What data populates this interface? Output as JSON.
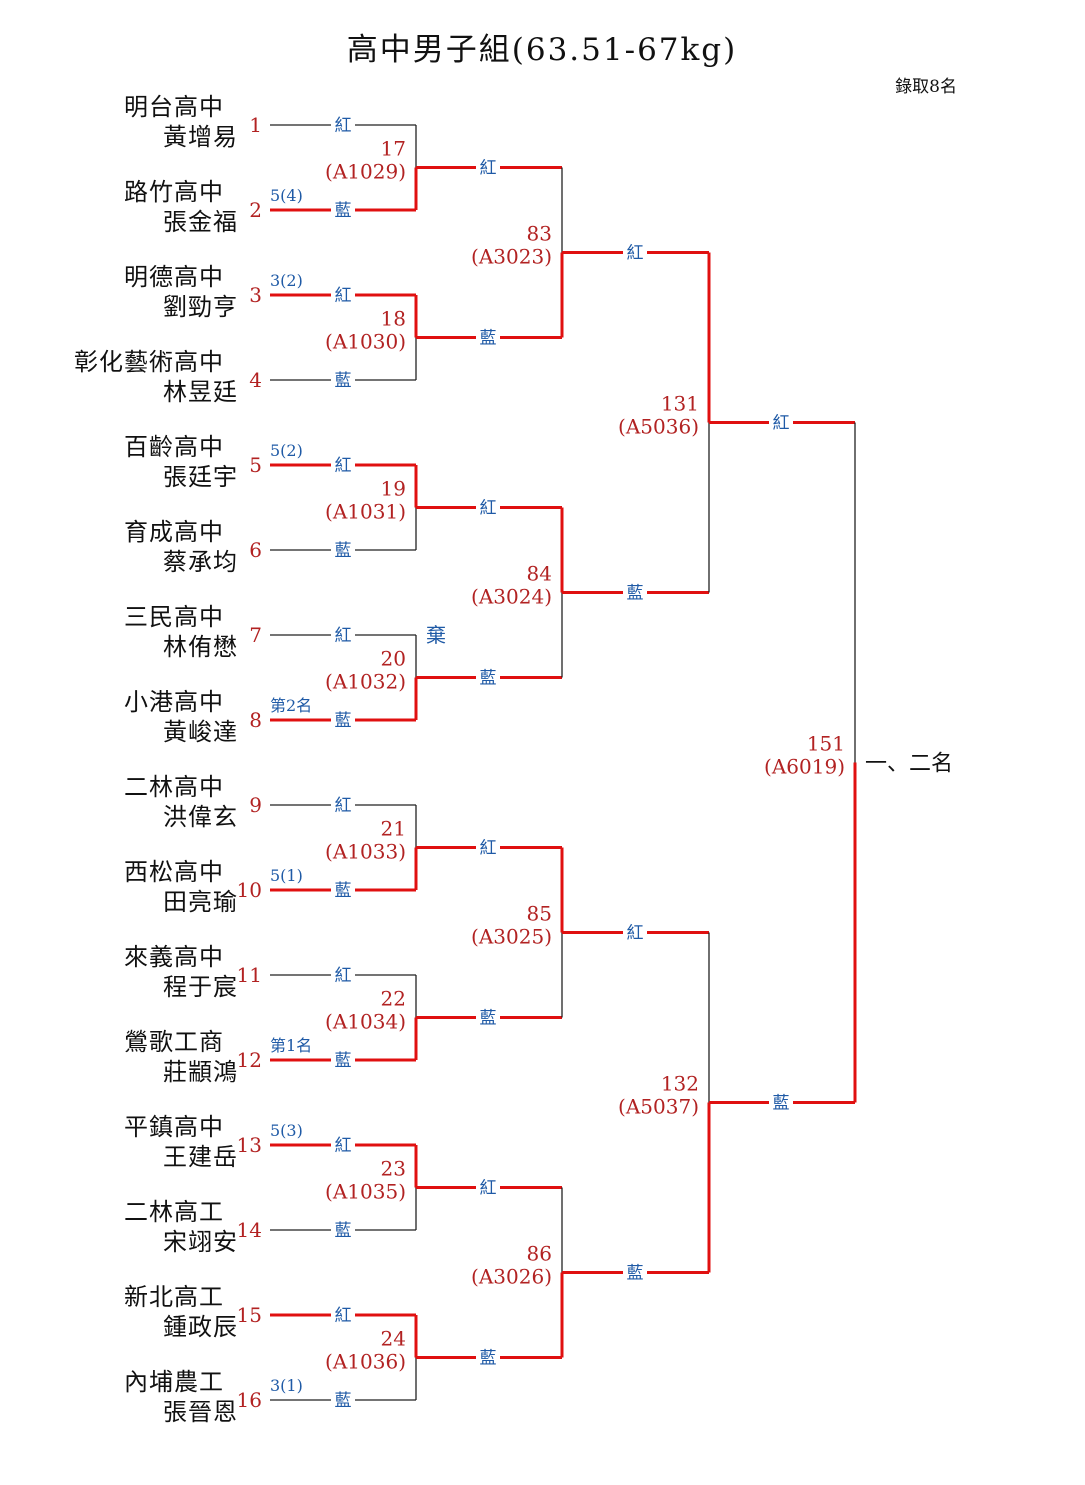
{
  "header": {
    "title": "高中男子組(63.51-67kg)",
    "note": "錄取8名"
  },
  "colors": {
    "win_line": "#e01010",
    "plain_line": "#222222",
    "number_red": "#b22222",
    "corner_blue": "#1f5aa6"
  },
  "corners": {
    "red": "紅",
    "blue": "藍"
  },
  "forfeit_mark": "棄",
  "final_label": "一、二名",
  "competitors": [
    {
      "seed": "1",
      "school": "明台高中",
      "name": "黃增易",
      "result": ""
    },
    {
      "seed": "2",
      "school": "路竹高中",
      "name": "張金福",
      "result": "5(4)"
    },
    {
      "seed": "3",
      "school": "明德高中",
      "name": "劉勁亨",
      "result": "3(2)"
    },
    {
      "seed": "4",
      "school": "彰化藝術高中",
      "name": "林昱廷",
      "result": ""
    },
    {
      "seed": "5",
      "school": "百齡高中",
      "name": "張廷宇",
      "result": "5(2)"
    },
    {
      "seed": "6",
      "school": "育成高中",
      "name": "蔡承均",
      "result": ""
    },
    {
      "seed": "7",
      "school": "三民高中",
      "name": "林侑懋",
      "result": ""
    },
    {
      "seed": "8",
      "school": "小港高中",
      "name": "黃峻達",
      "result": "第2名"
    },
    {
      "seed": "9",
      "school": "二林高中",
      "name": "洪偉玄",
      "result": ""
    },
    {
      "seed": "10",
      "school": "西松高中",
      "name": "田亮瑜",
      "result": "5(1)"
    },
    {
      "seed": "11",
      "school": "來義高中",
      "name": "程于宸",
      "result": ""
    },
    {
      "seed": "12",
      "school": "鶯歌工商",
      "name": "莊顓鴻",
      "result": "第1名"
    },
    {
      "seed": "13",
      "school": "平鎮高中",
      "name": "王建岳",
      "result": "5(3)"
    },
    {
      "seed": "14",
      "school": "二林高工",
      "name": "宋翊安",
      "result": ""
    },
    {
      "seed": "15",
      "school": "新北高工",
      "name": "鍾政辰",
      "result": ""
    },
    {
      "seed": "16",
      "school": "內埔農工",
      "name": "張晉恩",
      "result": "3(1)"
    }
  ],
  "matches": {
    "round1": [
      {
        "num": "17",
        "code": "(A1029)"
      },
      {
        "num": "18",
        "code": "(A1030)"
      },
      {
        "num": "19",
        "code": "(A1031)"
      },
      {
        "num": "20",
        "code": "(A1032)"
      },
      {
        "num": "21",
        "code": "(A1033)"
      },
      {
        "num": "22",
        "code": "(A1034)"
      },
      {
        "num": "23",
        "code": "(A1035)"
      },
      {
        "num": "24",
        "code": "(A1036)"
      }
    ],
    "round2": [
      {
        "num": "83",
        "code": "(A3023)"
      },
      {
        "num": "84",
        "code": "(A3024)"
      },
      {
        "num": "85",
        "code": "(A3025)"
      },
      {
        "num": "86",
        "code": "(A3026)"
      }
    ],
    "round3": [
      {
        "num": "131",
        "code": "(A5036)"
      },
      {
        "num": "132",
        "code": "(A5037)"
      }
    ],
    "final": {
      "num": "151",
      "code": "(A6019)"
    }
  }
}
